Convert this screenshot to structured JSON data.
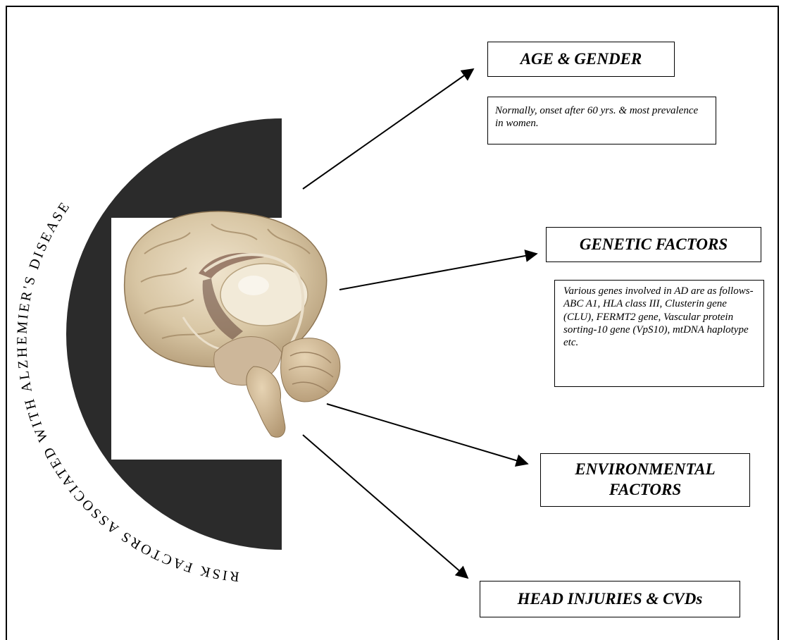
{
  "diagram": {
    "arc_title": "RISK FACTORS ASSOCIATED WITH ALZHEMIER'S DISEASE",
    "central_image": "brain-sagittal-illustration",
    "colors": {
      "arc": "#2b2b2b",
      "border": "#000000",
      "text": "#000000",
      "brain": "#d9c9a8"
    },
    "factors": [
      {
        "title": "AGE & GENDER",
        "description": "Normally, onset after 60 yrs. & most prevalence in women."
      },
      {
        "title": "GENETIC FACTORS",
        "description": "Various genes involved in AD are as follows- ABC A1, HLA class III, Clusterin gene (CLU), FERMT2 gene, Vascular protein sorting-10 gene (VpS10), mtDNA haplotype etc."
      },
      {
        "title": "ENVIRONMENTAL FACTORS"
      },
      {
        "title": "HEAD INJURIES & CVDs"
      }
    ]
  }
}
